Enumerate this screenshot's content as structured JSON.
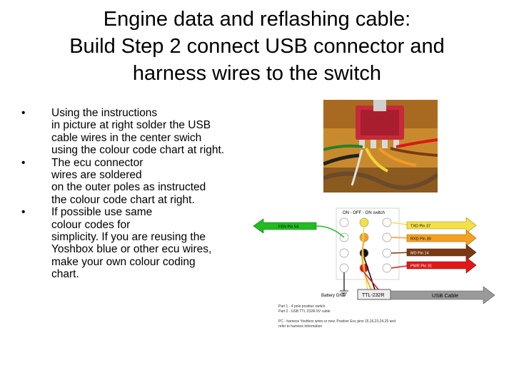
{
  "slide": {
    "title_lines": [
      "Engine data and reflashing cable:",
      "Build Step 2 connect USB connector and",
      "harness wires to the switch"
    ],
    "bullet_symbol": "•",
    "bullets": [
      [
        "Using the instructions",
        "in picture at right solder the USB",
        "cable wires in the center swich",
        "using the colour code chart at right."
      ],
      [
        "The ecu connector",
        "wires are soldered",
        "on the outer poles as instructed",
        "the colour code chart at right."
      ],
      [
        "If possible use same",
        "colour codes for",
        "simplicity. If you are reusing the",
        "Yoshbox blue or other ecu wires,",
        "make your own colour coding",
        "chart."
      ]
    ]
  },
  "diagram": {
    "switch_label": "ON - OFF - ON switch",
    "left_arrow_label": "FEN Pin 54",
    "right_arrows": [
      {
        "label": "TXD Pin 37",
        "color": "#f5e046"
      },
      {
        "label": "RXD Pin 30",
        "color": "#f5a020"
      },
      {
        "label": "MD Pin 14",
        "color": "#7a3a12"
      },
      {
        "label": "PWR Pin 31",
        "color": "#e01818"
      }
    ],
    "left_arrow_color": "#22bb22",
    "battery_label": "Battery GND",
    "ttl_label": "TTL-232R",
    "usb_label": "USB Cable",
    "notes": [
      "Part 1 - 4 pole position switch",
      "Part 2 - USB TTL 232R-5V cable",
      "PC - harness Yoshbox wires or new. Positive Ecu pins 15,16,23,24,25 and",
      "refer to harness information"
    ]
  }
}
